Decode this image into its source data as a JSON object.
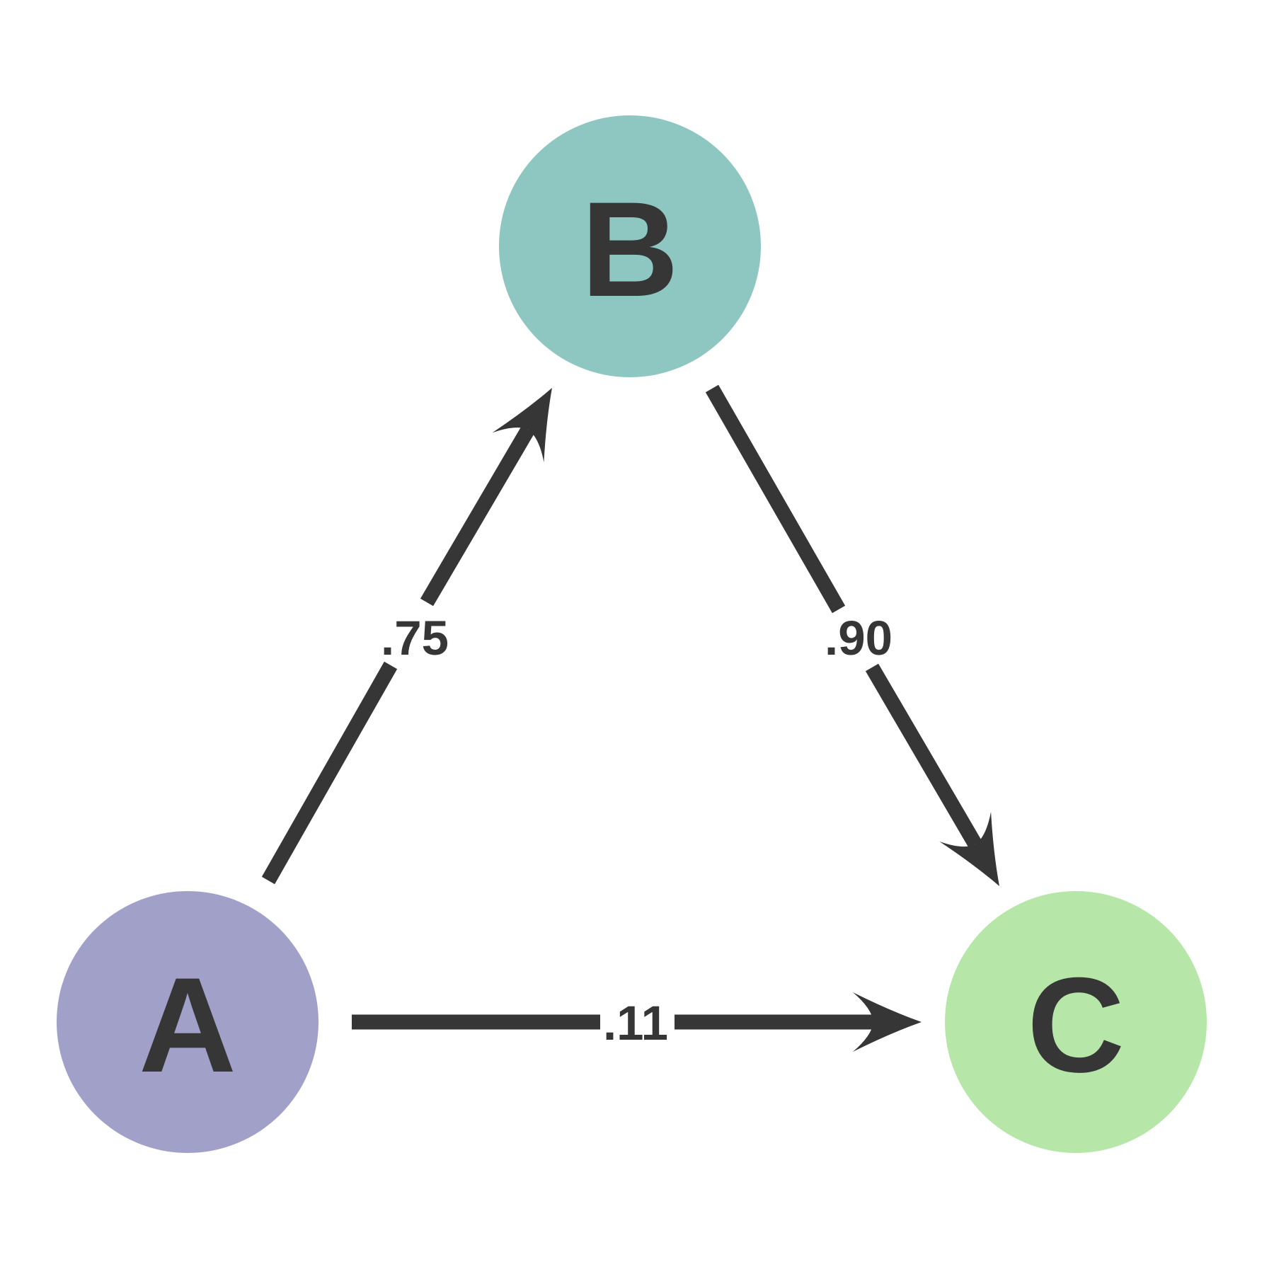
{
  "diagram": {
    "type": "directed-graph",
    "background": "#ffffff",
    "ink": "#363636",
    "nodes": {
      "a": {
        "label": "A",
        "color": "#a0a0c8"
      },
      "b": {
        "label": "B",
        "color": "#8ec6c2"
      },
      "c": {
        "label": "C",
        "color": "#b7e7a8"
      }
    },
    "edges": {
      "ab": {
        "from": "A",
        "to": "B",
        "label": ".75"
      },
      "bc": {
        "from": "B",
        "to": "C",
        "label": ".90"
      },
      "ac": {
        "from": "A",
        "to": "C",
        "label": ".11"
      }
    }
  }
}
